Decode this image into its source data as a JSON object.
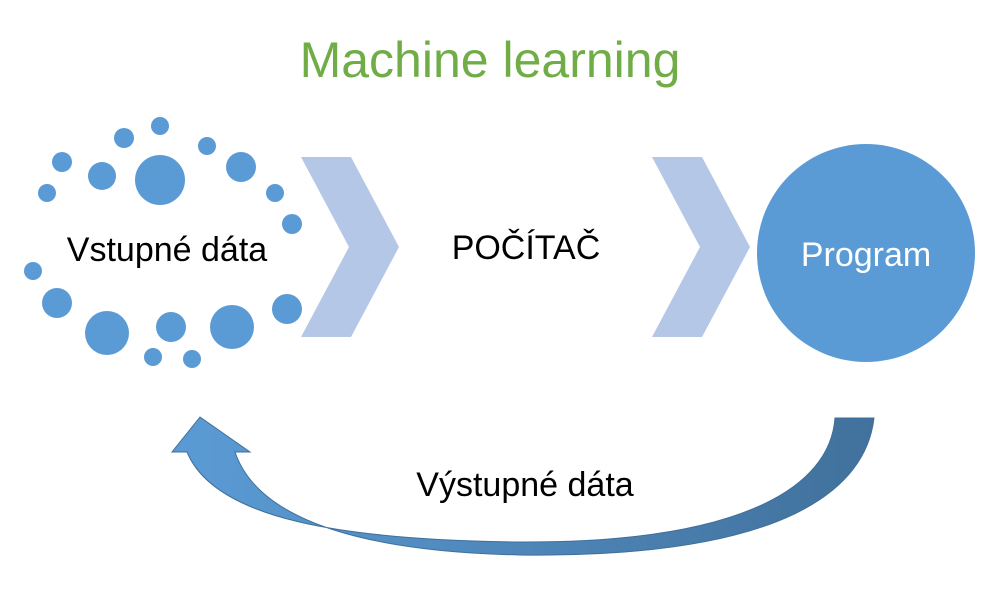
{
  "title": "Machine learning",
  "nodes": {
    "input": "Vstupné dáta",
    "computer": "POČÍTAČ",
    "program": "Program"
  },
  "feedback": {
    "label": "Výstupné dáta"
  },
  "colors": {
    "title": "#70ad47",
    "dots": "#5b9bd5",
    "program_circle": "#5b9bd5",
    "chevron": "#b4c7e7",
    "feedback_arrow_light": "#5b9bd5",
    "feedback_arrow_dark": "#41719c",
    "text": "#000000",
    "program_text": "#ffffff"
  }
}
